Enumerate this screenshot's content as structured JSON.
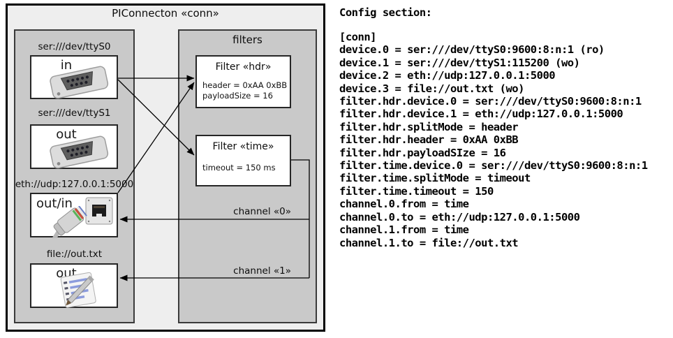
{
  "diagram": {
    "title": "PIConnecton «conn»",
    "devices": [
      {
        "label": "ser:///dev/ttyS0",
        "port": "in",
        "icon": "serial-db9-connector"
      },
      {
        "label": "ser:///dev/ttyS1",
        "port": "out",
        "icon": "serial-db9-connector"
      },
      {
        "label": "eth://udp:127.0.0.1:5000",
        "port": "out/in",
        "icon": "ethernet-jack-and-cable"
      },
      {
        "label": "file://out.txt",
        "port": "out",
        "icon": "notepad-pencil"
      }
    ],
    "filters_title": "filters",
    "filters": [
      {
        "title": "Filter «hdr»",
        "line1": "header = 0xAA 0xBB",
        "line2": "payloadSize = 16"
      },
      {
        "title": "Filter «time»",
        "line1": "timeout = 150 ms"
      }
    ],
    "channels": [
      {
        "label": "channel «0»"
      },
      {
        "label": "channel «1»"
      }
    ]
  },
  "config": {
    "title": "Config section:",
    "lines": [
      "[conn]",
      "device.0 = ser:///dev/ttyS0:9600:8:n:1 (ro)",
      "device.1 = ser:///dev/ttyS1:115200 (wo)",
      "device.2 = eth://udp:127.0.0.1:5000",
      "device.3 = file://out.txt (wo)",
      "filter.hdr.device.0 = ser:///dev/ttyS0:9600:8:n:1",
      "filter.hdr.device.1 = eth://udp:127.0.0.1:5000",
      "filter.hdr.splitMode = header",
      "filter.hdr.header = 0xAA 0xBB",
      "filter.hdr.payloadSIze = 16",
      "filter.time.device.0 = ser:///dev/ttyS0:9600:8:n:1",
      "filter.time.splitMode = timeout",
      "filter.time.timeout = 150",
      "channel.0.from = time",
      "channel.0.to = eth://udp:127.0.0.1:5000",
      "channel.1.from = time",
      "channel.1.to = file://out.txt"
    ]
  }
}
